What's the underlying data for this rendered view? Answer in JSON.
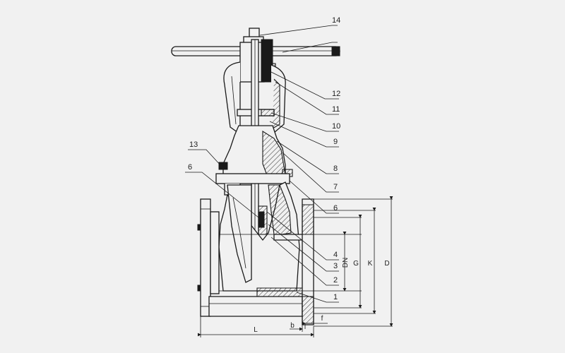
{
  "part_labels": [
    "1",
    "2",
    "3",
    "4",
    "6",
    "7",
    "8",
    "9",
    "10",
    "11",
    "12",
    "13",
    "14"
  ],
  "part_label_6_left": "6",
  "dimensions": {
    "L": "L",
    "b": "b",
    "f": "f",
    "DN": "DN",
    "G": "G",
    "K": "K",
    "D": "D"
  }
}
